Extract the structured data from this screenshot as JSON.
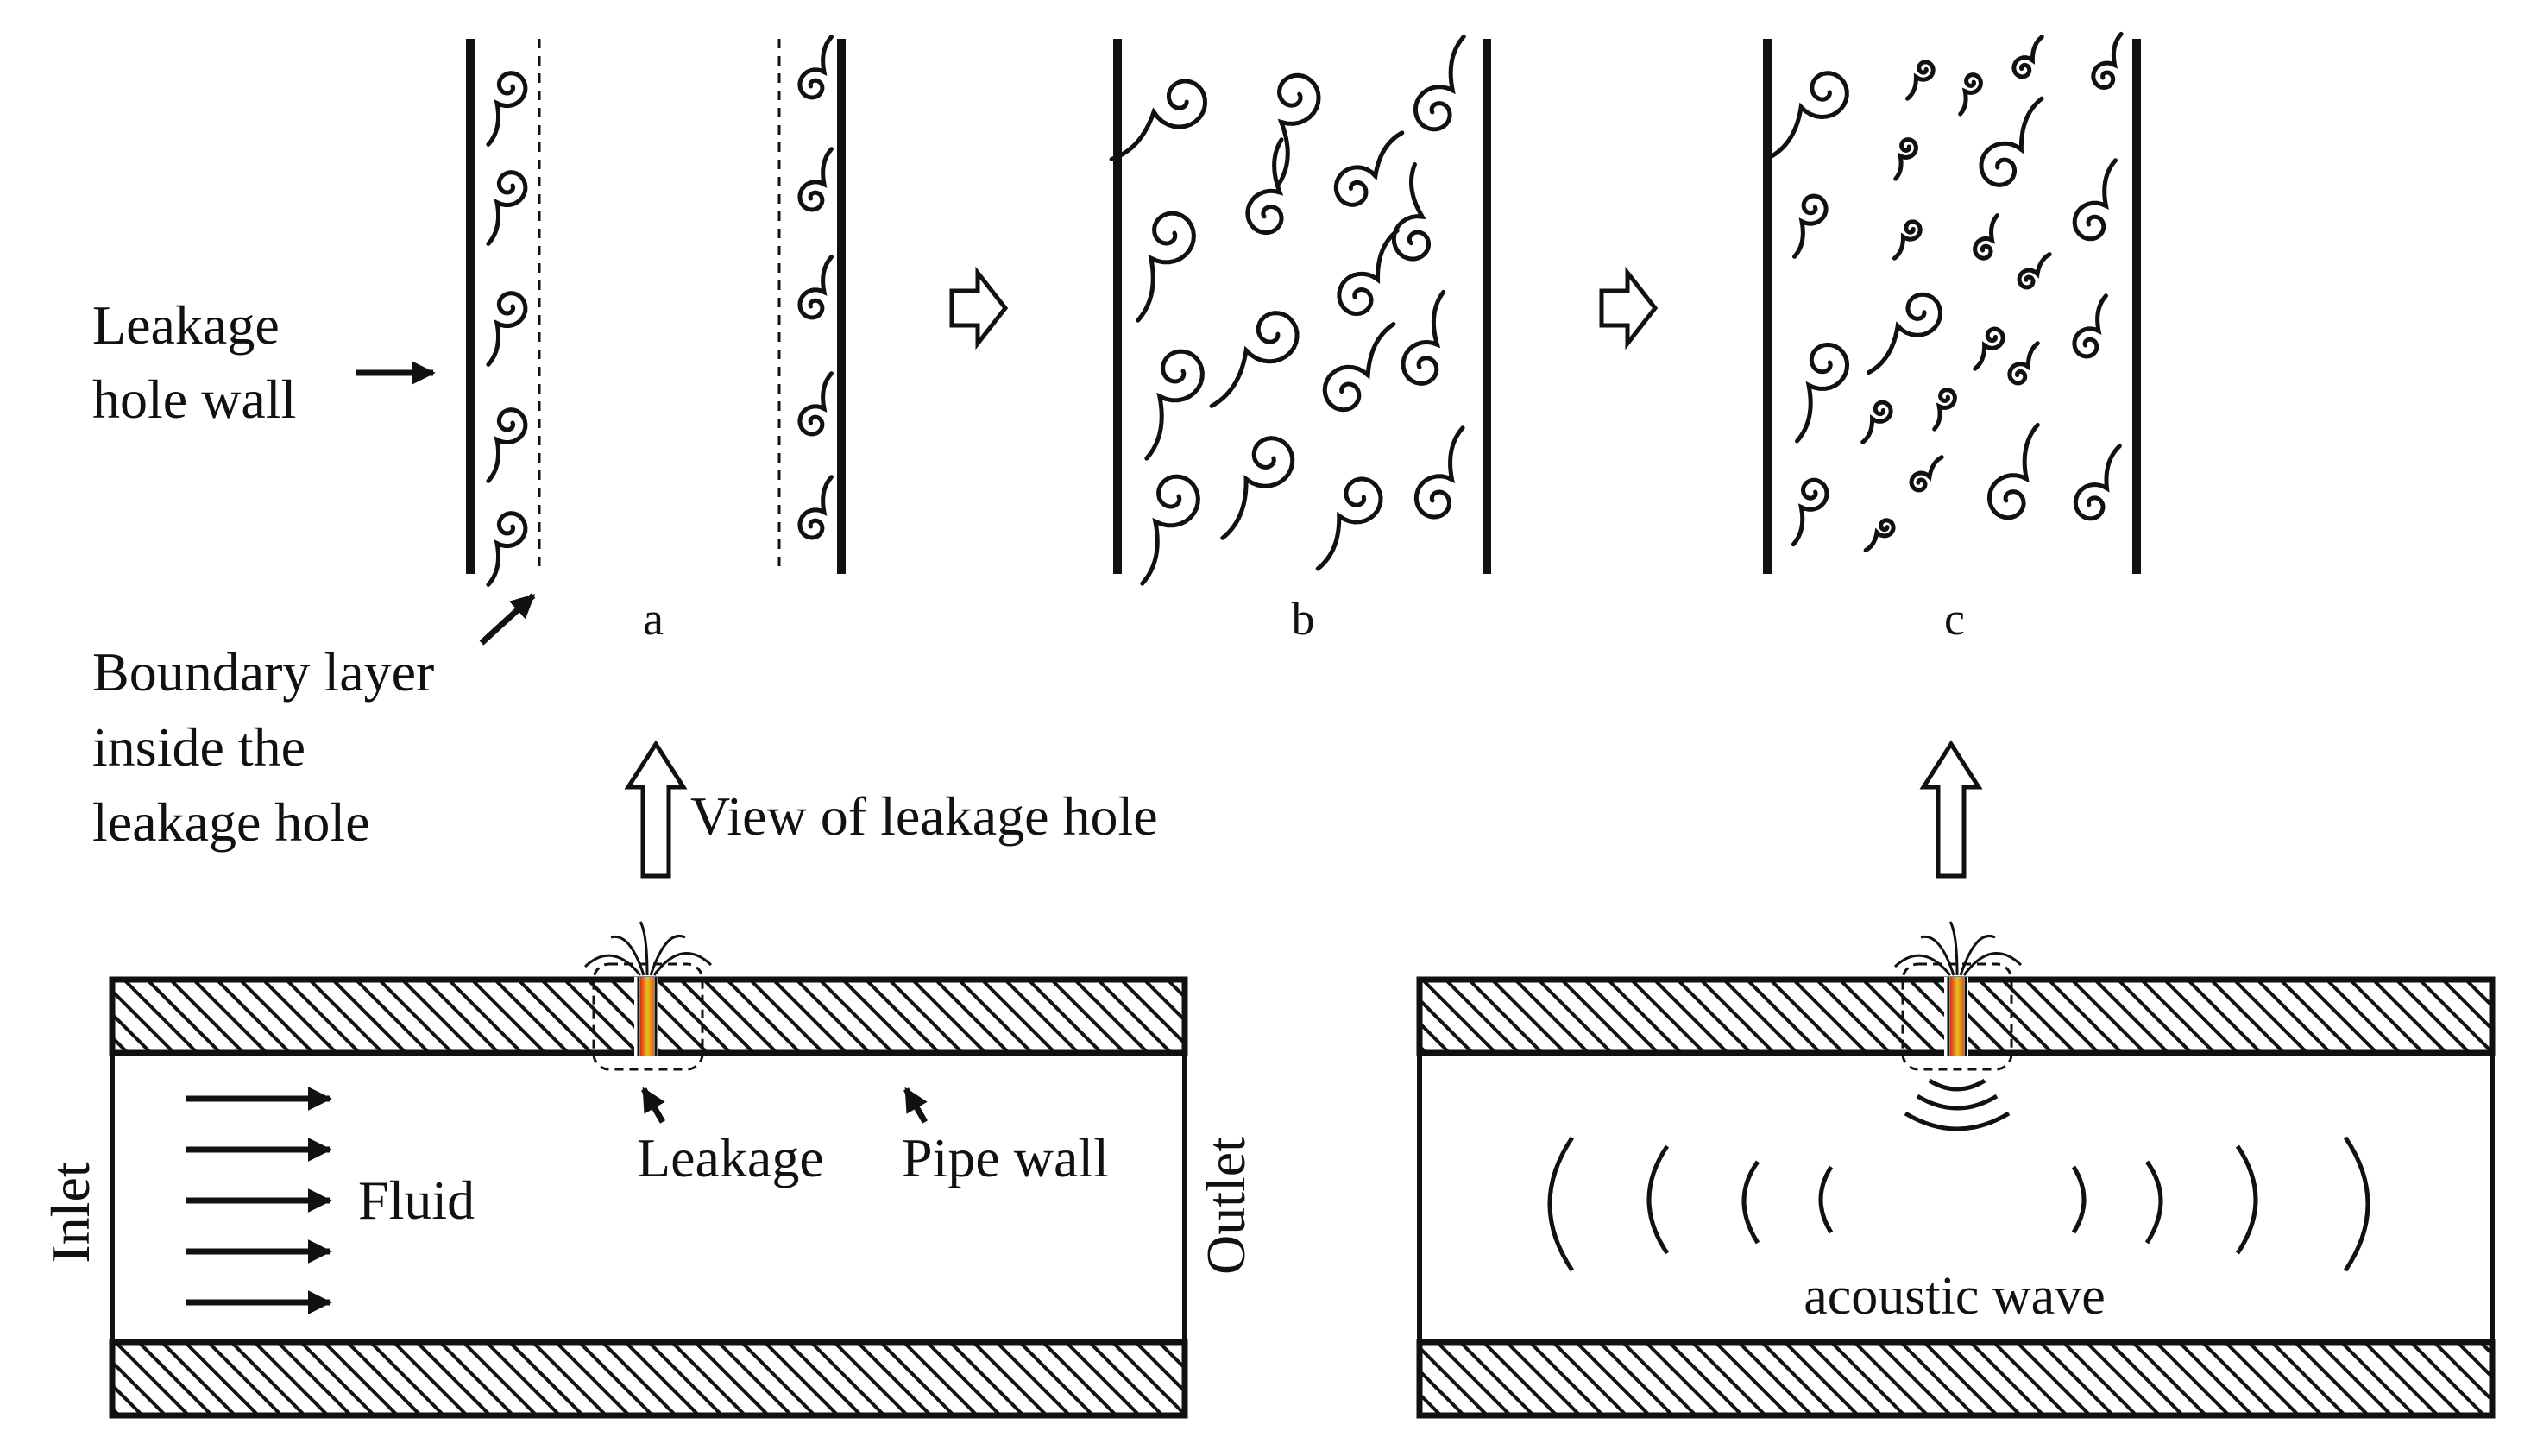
{
  "labels": {
    "leakage_hole_wall_line1": "Leakage",
    "leakage_hole_wall_line2": "hole wall",
    "boundary_layer_line1": "Boundary layer",
    "boundary_layer_line2": "inside the",
    "boundary_layer_line3": "leakage hole",
    "panel_a": "a",
    "panel_b": "b",
    "panel_c": "c",
    "view_of_leakage_hole": "View of leakage hole",
    "fluid": "Fluid",
    "leakage": "Leakage",
    "pipe_wall": "Pipe wall",
    "inlet": "Inlet",
    "outlet": "Outlet",
    "acoustic_wave": "acoustic wave"
  },
  "colors": {
    "ink": "#111111",
    "leak_core": "#e8c020",
    "leak_edge_left": "#d83010",
    "leak_edge_right": "#e06018",
    "background": "#ffffff"
  }
}
